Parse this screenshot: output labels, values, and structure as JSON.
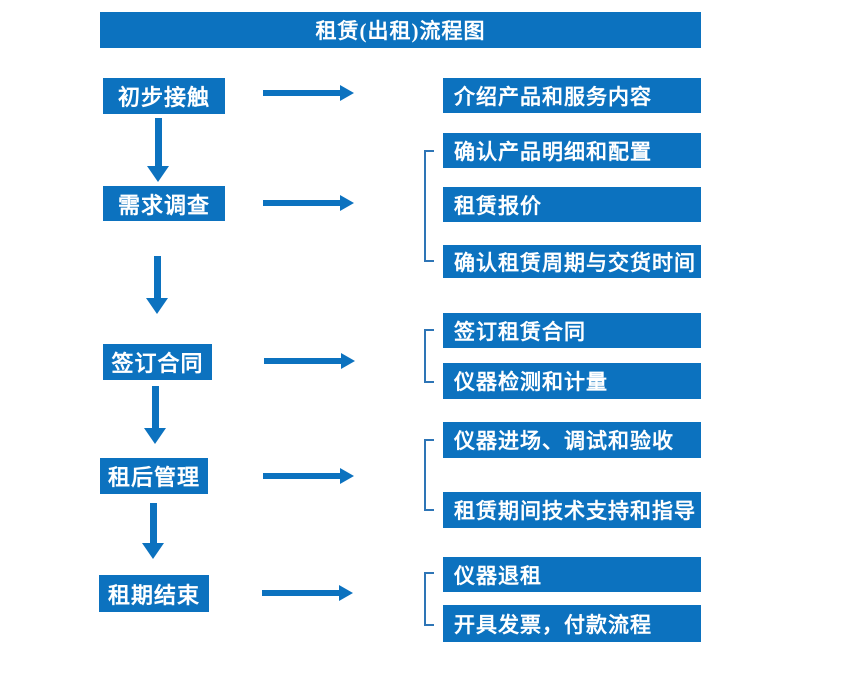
{
  "title": "租赁(出租)流程图",
  "colors": {
    "box_fill": "#0c72bf",
    "bracket_line": "#2e75b6",
    "box_text": "#ffffff",
    "background": "#ffffff"
  },
  "steps": [
    {
      "label": "初步接触",
      "outputs": [
        "介绍产品和服务内容"
      ]
    },
    {
      "label": "需求调查",
      "outputs": [
        "确认产品明细和配置",
        "租赁报价",
        "确认租赁周期与交货时间"
      ]
    },
    {
      "label": "签订合同",
      "outputs": [
        "签订租赁合同",
        "仪器检测和计量"
      ]
    },
    {
      "label": "租后管理",
      "outputs": [
        "仪器进场、调试和验收",
        "租赁期间技术支持和指导"
      ]
    },
    {
      "label": "租期结束",
      "outputs": [
        "仪器退租",
        "开具发票，付款流程"
      ]
    }
  ]
}
